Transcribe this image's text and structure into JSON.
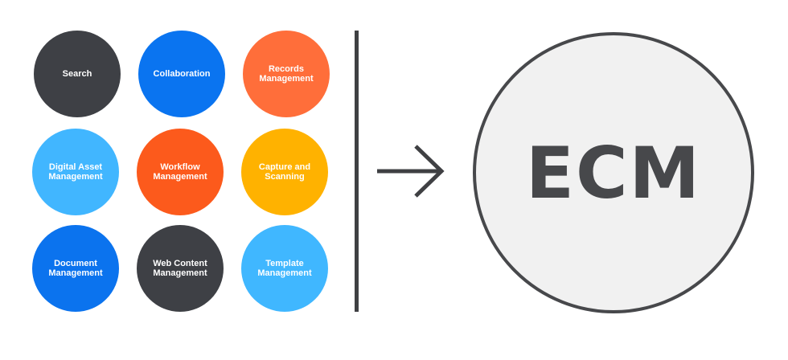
{
  "circles": [
    {
      "label": "Search",
      "color": "#3e4045"
    },
    {
      "label": "Collaboration",
      "color": "#0a74f0"
    },
    {
      "label": "Records\nManagement",
      "color": "#ff6e3a"
    },
    {
      "label": "Digital Asset\nManagement",
      "color": "#41b6ff"
    },
    {
      "label": "Workflow\nManagement",
      "color": "#fc5a1c"
    },
    {
      "label": "Capture and\nScanning",
      "color": "#ffb200"
    },
    {
      "label": "Document\nManagement",
      "color": "#0b73ee"
    },
    {
      "label": "Web Content\nManagement",
      "color": "#3e4045"
    },
    {
      "label": "Template\nManagement",
      "color": "#40b7ff"
    }
  ],
  "result": {
    "label": "ECM"
  },
  "colors": {
    "divider": "#3f4043",
    "arrow": "#3f4043",
    "ecm_text": "#47484b",
    "ecm_fill": "#f1f1f1"
  },
  "icons": {
    "arrow": "arrow-right-icon"
  }
}
